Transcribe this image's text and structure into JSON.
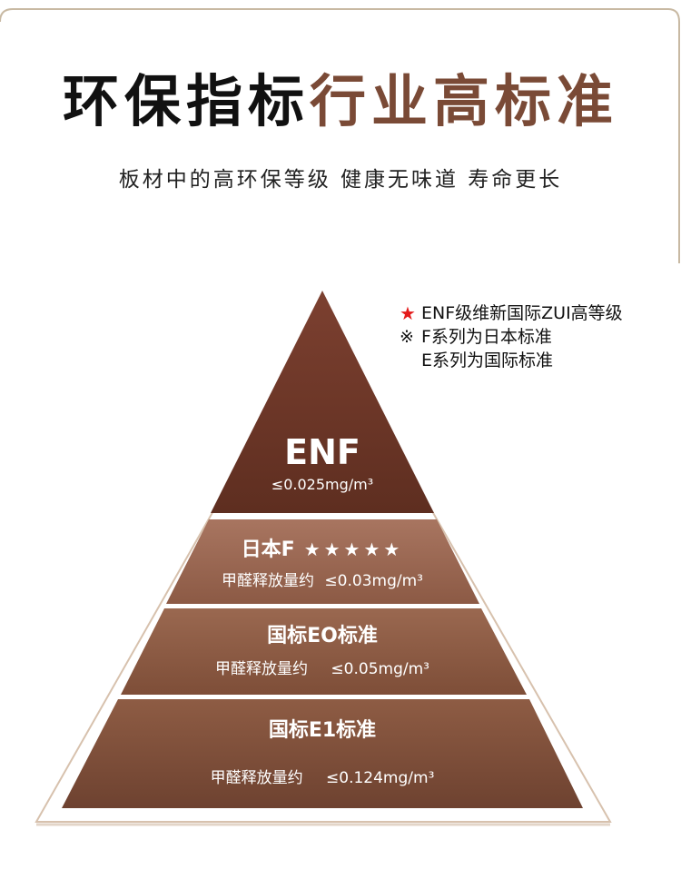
{
  "header": {
    "title_dark": "环保指标",
    "title_brown": "行业高标准",
    "subtitle": "板材中的高环保等级 健康无味道 寿命更长"
  },
  "notes": {
    "line1_symbol": "★",
    "line1": "ENF级维新国际ZUI高等级",
    "line2_symbol": "※",
    "line2": "F系列为日本标准",
    "line3": "E系列为国际标准"
  },
  "tiers": [
    {
      "title": "ENF",
      "spec": "≤0.025mg/m³"
    },
    {
      "title": "日本F",
      "stars": "★★★★★",
      "label": "甲醛释放量约",
      "spec": "≤0.03mg/m³"
    },
    {
      "title": "国标EO标准",
      "label": "甲醛释放量约",
      "spec": "≤0.05mg/m³"
    },
    {
      "title": "国标E1标准",
      "label": "甲醛释放量约",
      "spec": "≤0.124mg/m³"
    }
  ],
  "colors": {
    "tier_top": "#6b3526",
    "tier_2": "#9a6650",
    "tier_3": "#8a5a42",
    "tier_4": "#7e4e36",
    "outline": "#c9a98e",
    "accent_brown": "#7a4a36",
    "star_red": "#e41b1b"
  }
}
